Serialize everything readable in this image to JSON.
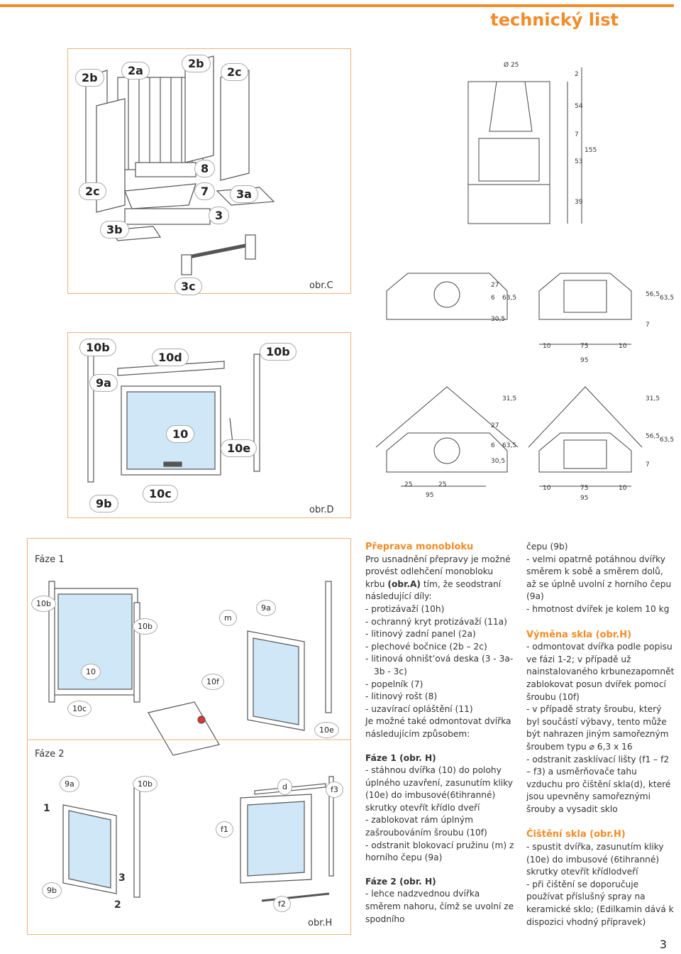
{
  "header": {
    "title": "technický list",
    "accent": "#f28c28"
  },
  "figure_c": {
    "caption": "obr.C",
    "labels": [
      "2b",
      "2a",
      "2b",
      "2c",
      "8",
      "2c",
      "7",
      "3a",
      "3",
      "3b",
      "3c"
    ]
  },
  "figure_d": {
    "caption": "obr.D",
    "labels": [
      "10b",
      "10d",
      "10b",
      "9a",
      "10",
      "10e",
      "9b",
      "10c"
    ]
  },
  "figure_h": {
    "caption": "obr.H",
    "phase1": "Fáze 1",
    "phase2": "Fáze 2",
    "labels": [
      "10b",
      "10b",
      "m",
      "9a",
      "10",
      "10f",
      "10c",
      "10e",
      "9a",
      "10b",
      "d",
      "f3",
      "f1",
      "f2",
      "9b",
      "1",
      "2",
      "3"
    ]
  },
  "dimensions": {
    "front": [
      "Ø 25",
      "2",
      "54",
      "7",
      "155",
      "53",
      "39",
      "30,5",
      "6",
      "27",
      "63,5",
      "30,5",
      "6",
      "27",
      "63,5",
      "31,5"
    ],
    "side": [
      "7",
      "56,5",
      "63,5",
      "10",
      "75",
      "10",
      "95",
      "31,5",
      "7",
      "56,5",
      "63,5",
      "10",
      "75",
      "10",
      "95"
    ],
    "bottom_left": [
      "25",
      "25",
      "95"
    ]
  },
  "text": {
    "col1": {
      "heading": "Přeprava monobloku",
      "intro_a": "Pro usnadnění přepravy je možné provést odlehčení monobloku krbu",
      "intro_ref": "(obr.A)",
      "intro_b": "tím, že seodstraní následující díly:",
      "items": [
        "- protizávaží (10h)",
        "- ochranný kryt protizávaží (11a)",
        "- litinový zadní panel (2a)",
        "- plechové bočnice (2b – 2c)",
        "- litinová ohništʼová deska (3 - 3a-",
        "3b - 3c)",
        "- popelník (7)",
        "- litinový rošt (8)",
        "- uzavírací opláštění (11)",
        "Je možné také odmontovat dvířka následujícím způsobem:"
      ],
      "phase1_head": "Fáze 1 (obr. H)",
      "phase1_items": [
        "- stáhnou dvířka (10) do polohy úplného uzavření, zasunutím kliky (10e) do imbusové(6tihranné) skrutky otevřít křídlo dveří",
        "- zablokovat rám úplným zašroubováním šroubu (10f)",
        "- odstranit blokovací pružinu (m) z horního čepu (9a)"
      ],
      "phase2_head": "Fáze 2 (obr. H)",
      "phase2_items": [
        "- lehce nadzvednou dvířka směrem nahoru, čímž se uvolní ze spodního"
      ]
    },
    "col2": {
      "items_top": [
        "čepu (9b)",
        "- velmi opatrně potáhnou dvířky směrem k sobě a směrem dolů, až se úplně uvolní z horního čepu (9a)",
        "- hmotnost dvířek je kolem 10 kg"
      ],
      "glass_head": "Výměna skla (obr.H)",
      "glass_items": [
        "- odmontovat dvířka podle popisu ve fázi 1-2; v případě už nainstalovaného krbunezapomnět zablokovat posun dvířek pomocí šroubu (10f)",
        "- v případě straty šroubu, který byl součástí výbavy, tento může být nahrazen jiným samořezným šroubem typu ⌀ 6,3 x 16",
        "- odstranit zasklívací lišty (f1 – f2 – f3) a usměrňovače tahu vzduchu pro čištění skla(d), které jsou upevněny samořeznými šrouby a vysadit sklo"
      ],
      "clean_head": "Čištění skla (obr.H)",
      "clean_items": [
        "- spustit dvířka, zasunutím kliky (10e) do imbusové (6tihranné) skrutky otevřít křídlodveří",
        "- při čištění se doporučuje používat příslušný spray na keramické sklo; (Edilkamin dává k dispozici vhodný přípravek)"
      ]
    }
  },
  "page_number": "3"
}
